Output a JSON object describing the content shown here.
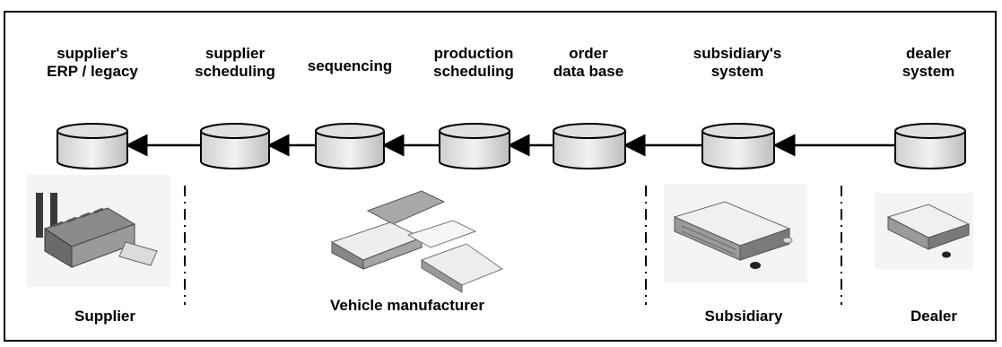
{
  "systems": [
    {
      "id": "supplier-erp",
      "label": "supplier's\nERP / legacy"
    },
    {
      "id": "supplier-scheduling",
      "label": "supplier\nscheduling"
    },
    {
      "id": "sequencing",
      "label": "sequencing"
    },
    {
      "id": "production-scheduling",
      "label": "production\nscheduling"
    },
    {
      "id": "order-database",
      "label": "order\ndata base"
    },
    {
      "id": "subsidiary-system",
      "label": "subsidiary's\nsystem"
    },
    {
      "id": "dealer-system",
      "label": "dealer\nsystem"
    }
  ],
  "groups": [
    {
      "id": "supplier",
      "label": "Supplier"
    },
    {
      "id": "vehicle-manufacturer",
      "label": "Vehicle manufacturer"
    },
    {
      "id": "subsidiary",
      "label": "Subsidiary"
    },
    {
      "id": "dealer",
      "label": "Dealer"
    }
  ],
  "colors": {
    "cylinder_top": "#dcdcdc",
    "cylinder_body": "#e6e6e6",
    "building": "#b8b8b8"
  }
}
